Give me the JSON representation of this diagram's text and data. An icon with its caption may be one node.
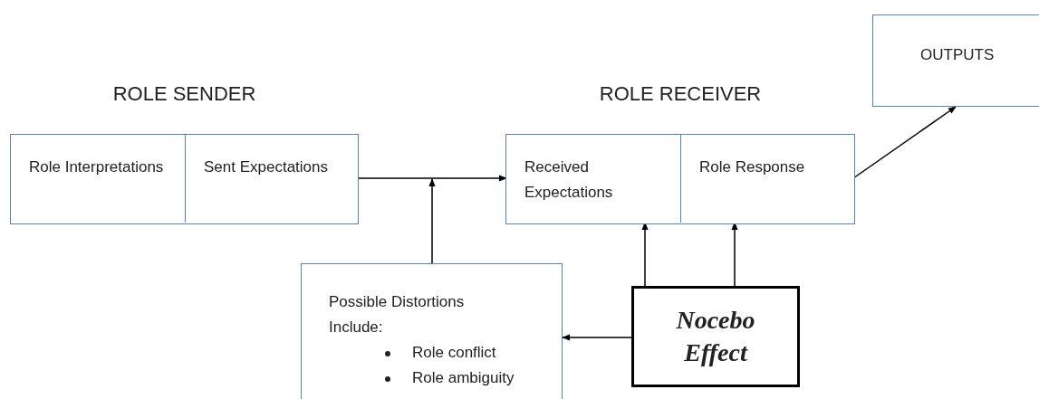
{
  "diagram": {
    "nodes": [
      {
        "text": [
          "ROLE SENDER"
        ]
      },
      {
        "text": [
          "Role Interpretations"
        ],
        "in": 0
      },
      {
        "text": [
          "Sent Expectations"
        ],
        "in": 0
      },
      {
        "text": [
          "ROLE RECEIVER"
        ]
      },
      {
        "text": [
          "Received Expectations"
        ],
        "in": 3
      },
      {
        "text": [
          "Role Response"
        ],
        "in": 3
      },
      {
        "text": [
          "OUTPUTS"
        ]
      },
      {
        "text": [
          "Possible Distortions Include:",
          "Role conflict",
          "Role ambiguity"
        ]
      },
      {
        "text": [
          "Nocebo Effect"
        ]
      }
    ],
    "edges": [
      {
        "from": 2,
        "to": 4,
        "arrow": "to"
      },
      {
        "from": 7,
        "to": null,
        "arrow": "to"
      },
      {
        "from": 5,
        "to": 6,
        "arrow": "to"
      },
      {
        "from": 8,
        "to": 4,
        "arrow": "to"
      },
      {
        "from": 8,
        "to": 5,
        "arrow": "to"
      },
      {
        "from": 8,
        "to": 7,
        "arrow": "to"
      }
    ]
  }
}
